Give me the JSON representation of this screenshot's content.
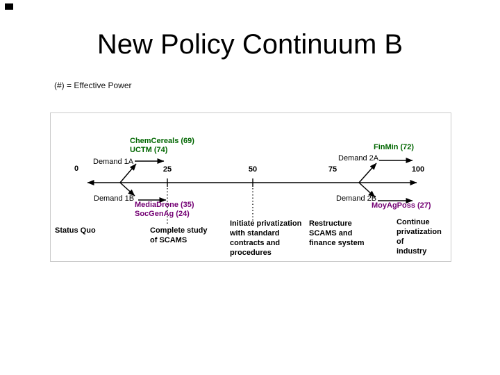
{
  "slide": {
    "title": "New Policy Continuum B",
    "legend_note": "(#) = Effective Power"
  },
  "continuum": {
    "axis_ticks": [
      "0",
      "25",
      "50",
      "75",
      "100"
    ],
    "demands": [
      {
        "label": "Demand 1A",
        "stakeholders": "ChemCereals (69)\nUCTM (74)"
      },
      {
        "label": "Demand 1B",
        "stakeholders": "MediaDrone (35)\nSocGenAg (24)"
      },
      {
        "label": "Demand 2A",
        "stakeholders": "FinMin (72)"
      },
      {
        "label": "Demand 2B",
        "stakeholders": "MoyAgPoss (27)"
      }
    ],
    "milestones": [
      "Status Quo",
      "Complete study\nof SCAMS",
      "Initiate privatization\nwith standard\ncontracts and\nprocedures",
      "Restructure\nSCAMS and\nfinance system",
      "Continue\nprivatization of\nindustry"
    ],
    "colors": {
      "supporter_text": "#006600",
      "opponent_text": "#730073"
    }
  }
}
